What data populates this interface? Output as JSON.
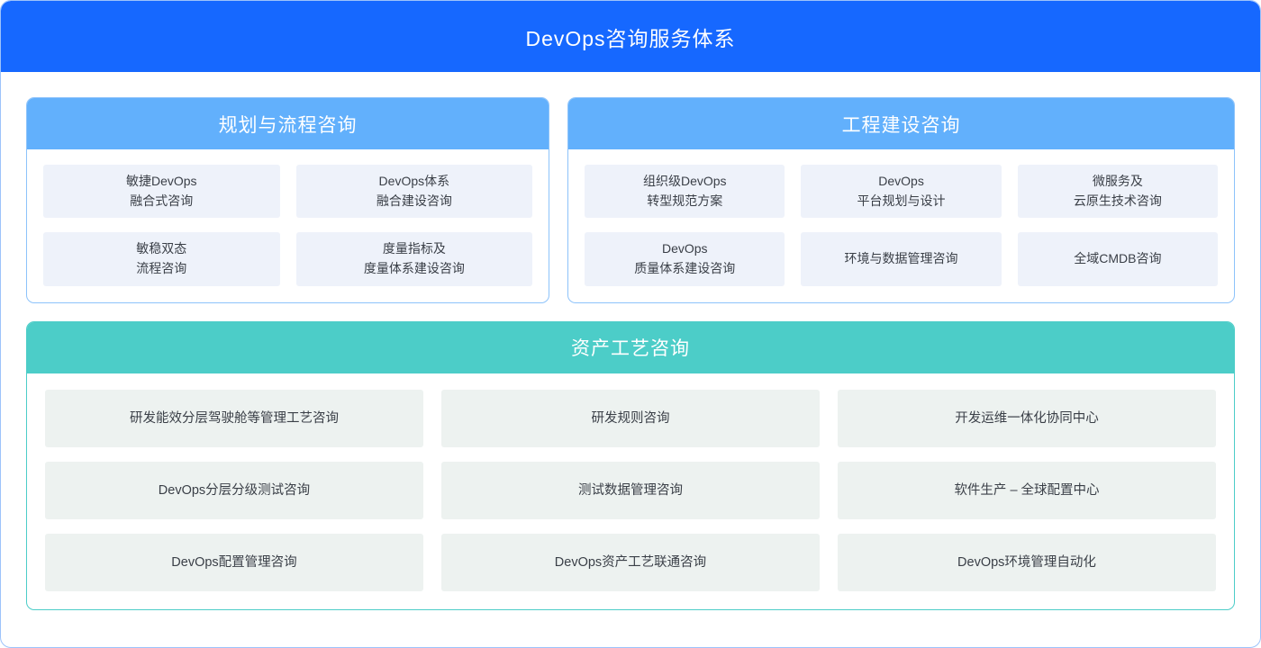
{
  "banner": {
    "title": "DevOps咨询服务体系",
    "bg_color": "#1668ff",
    "text_color": "#ffffff"
  },
  "colors": {
    "page_border": "#9dc3fb",
    "panel_header_blue": "#62b0fc",
    "panel_header_teal": "#4ccdc8",
    "cell_blue_bg": "#eef2fa",
    "cell_teal_bg": "#edf2f0",
    "cell_text": "#3a3f47"
  },
  "panels": [
    {
      "id": "planning-process",
      "title": "规划与流程咨询",
      "columns": 2,
      "accent": "#62b0fc",
      "items": [
        {
          "line1": "敏捷DevOps",
          "line2": "融合式咨询"
        },
        {
          "line1": "DevOps体系",
          "line2": "融合建设咨询"
        },
        {
          "line1": "敏稳双态",
          "line2": "流程咨询"
        },
        {
          "line1": "度量指标及",
          "line2": "度量体系建设咨询"
        }
      ]
    },
    {
      "id": "engineering-construction",
      "title": "工程建设咨询",
      "columns": 3,
      "accent": "#62b0fc",
      "items": [
        {
          "line1": "组织级DevOps",
          "line2": "转型规范方案"
        },
        {
          "line1": "DevOps",
          "line2": "平台规划与设计"
        },
        {
          "line1": "微服务及",
          "line2": "云原生技术咨询"
        },
        {
          "line1": "DevOps",
          "line2": "质量体系建设咨询"
        },
        {
          "line1": "环境与数据管理咨询",
          "line2": ""
        },
        {
          "line1": "全域CMDB咨询",
          "line2": ""
        }
      ]
    }
  ],
  "bottom_panel": {
    "id": "asset-process",
    "title": "资产工艺咨询",
    "columns": 3,
    "accent": "#4ccdc8",
    "items": [
      {
        "line1": "研发能效分层驾驶舱等管理工艺咨询",
        "line2": ""
      },
      {
        "line1": "研发规则咨询",
        "line2": ""
      },
      {
        "line1": "开发运维一体化协同中心",
        "line2": ""
      },
      {
        "line1": "DevOps分层分级测试咨询",
        "line2": ""
      },
      {
        "line1": "测试数据管理咨询",
        "line2": ""
      },
      {
        "line1": "软件生产 – 全球配置中心",
        "line2": ""
      },
      {
        "line1": "DevOps配置管理咨询",
        "line2": ""
      },
      {
        "line1": "DevOps资产工艺联通咨询",
        "line2": ""
      },
      {
        "line1": "DevOps环境管理自动化",
        "line2": ""
      }
    ]
  }
}
